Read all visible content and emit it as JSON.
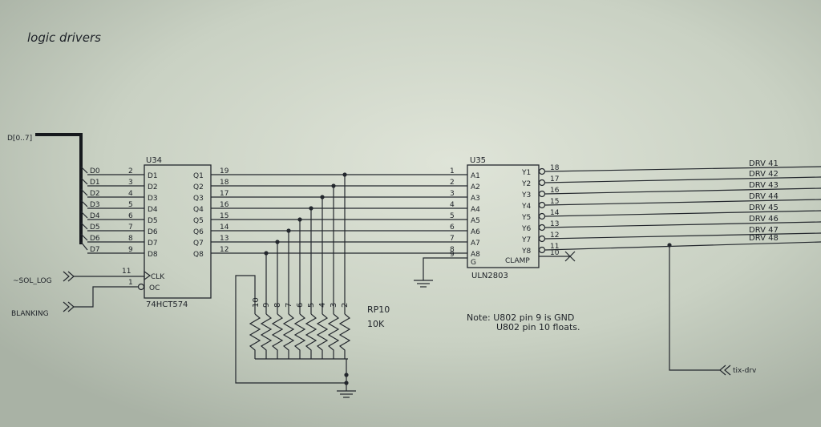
{
  "colors": {
    "paper": "#c7d0c0",
    "ink": "#23272d"
  },
  "title": "logic drivers",
  "bus_label": "D[0..7]",
  "u34": {
    "ref": "U34",
    "part": "74HCT574",
    "inputs": [
      {
        "net": "D0",
        "pin": "2",
        "label": "D1"
      },
      {
        "net": "D1",
        "pin": "3",
        "label": "D2"
      },
      {
        "net": "D2",
        "pin": "4",
        "label": "D3"
      },
      {
        "net": "D3",
        "pin": "5",
        "label": "D4"
      },
      {
        "net": "D4",
        "pin": "6",
        "label": "D5"
      },
      {
        "net": "D5",
        "pin": "7",
        "label": "D6"
      },
      {
        "net": "D6",
        "pin": "8",
        "label": "D7"
      },
      {
        "net": "D7",
        "pin": "9",
        "label": "D8"
      }
    ],
    "outputs": [
      {
        "label": "Q1",
        "pin": "19"
      },
      {
        "label": "Q2",
        "pin": "18"
      },
      {
        "label": "Q3",
        "pin": "17"
      },
      {
        "label": "Q4",
        "pin": "16"
      },
      {
        "label": "Q5",
        "pin": "15"
      },
      {
        "label": "Q6",
        "pin": "14"
      },
      {
        "label": "Q7",
        "pin": "13"
      },
      {
        "label": "Q8",
        "pin": "12"
      }
    ],
    "clk": {
      "label": "CLK",
      "pin": "11",
      "net": "~SOL_LOG"
    },
    "oc": {
      "label": "OC",
      "pin": "1",
      "net": "BLANKING"
    }
  },
  "u35": {
    "ref": "U35",
    "part": "ULN2803",
    "inputs": [
      {
        "label": "A1",
        "pin": "1"
      },
      {
        "label": "A2",
        "pin": "2"
      },
      {
        "label": "A3",
        "pin": "3"
      },
      {
        "label": "A4",
        "pin": "4"
      },
      {
        "label": "A5",
        "pin": "5"
      },
      {
        "label": "A6",
        "pin": "6"
      },
      {
        "label": "A7",
        "pin": "7"
      },
      {
        "label": "A8",
        "pin": "8"
      }
    ],
    "outputs": [
      {
        "label": "Y1",
        "pin": "18",
        "net": "DRV 41"
      },
      {
        "label": "Y2",
        "pin": "17",
        "net": "DRV 42"
      },
      {
        "label": "Y3",
        "pin": "16",
        "net": "DRV 43"
      },
      {
        "label": "Y4",
        "pin": "15",
        "net": "DRV 44"
      },
      {
        "label": "Y5",
        "pin": "14",
        "net": "DRV 45"
      },
      {
        "label": "Y6",
        "pin": "13",
        "net": "DRV 46"
      },
      {
        "label": "Y7",
        "pin": "12",
        "net": "DRV 47"
      },
      {
        "label": "Y8",
        "pin": "11",
        "net": "DRV 48"
      }
    ],
    "g": {
      "label": "G",
      "pin": "9"
    },
    "clamp": {
      "label": "CLAMP",
      "pin": "10"
    }
  },
  "rp10": {
    "ref": "RP10",
    "value": "10K",
    "pins": [
      "10",
      "9",
      "8",
      "7",
      "6",
      "5",
      "4",
      "3",
      "2"
    ]
  },
  "bus_port": "tix-drv",
  "note": {
    "line1": "Note: U802 pin 9 is GND",
    "line2": "U802 pin 10 floats."
  }
}
